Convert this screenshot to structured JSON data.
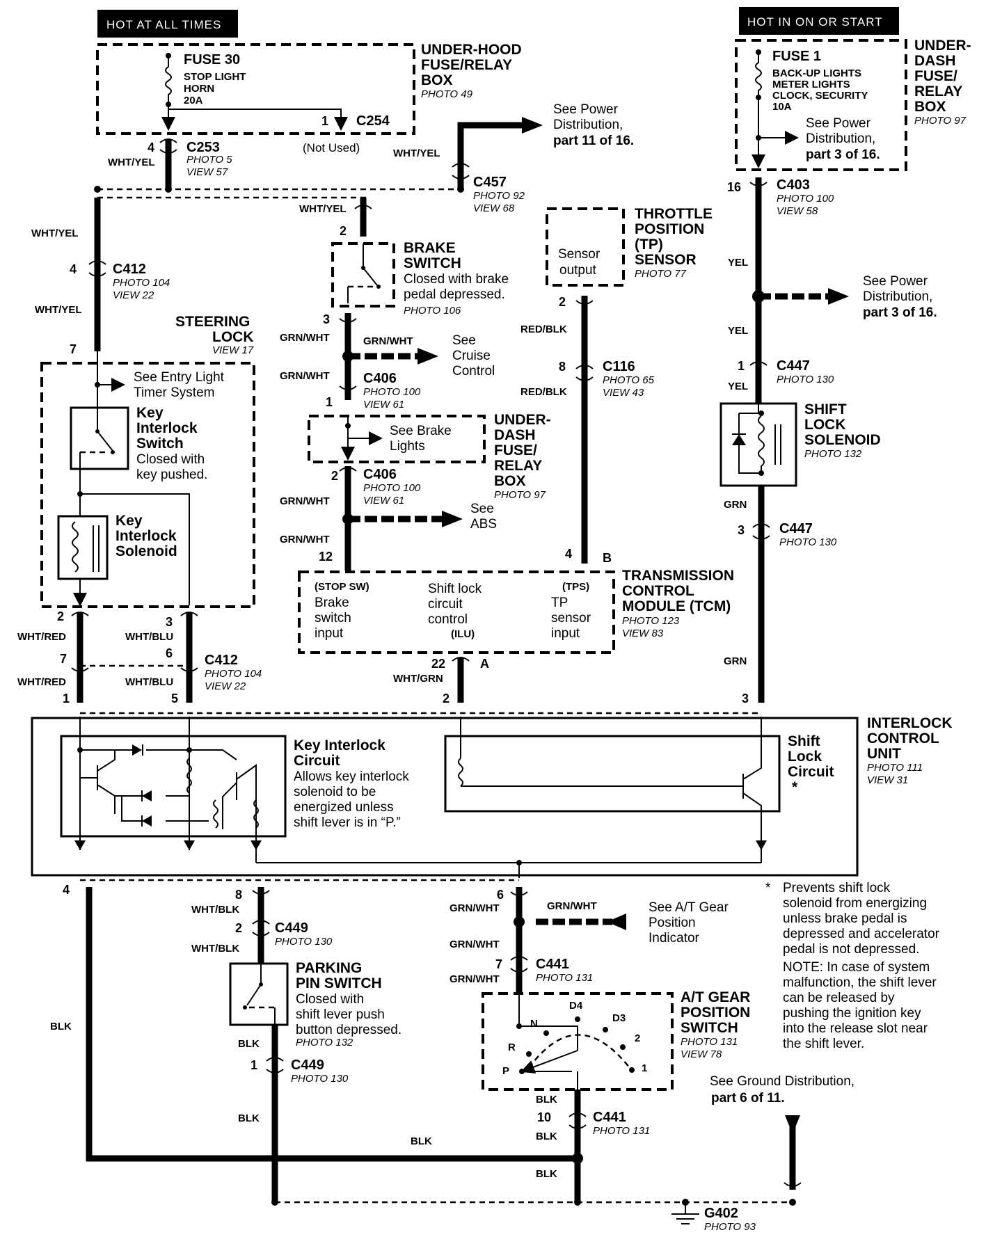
{
  "hot_at_all_times": "HOT AT ALL TIMES",
  "hot_in_on_or_start": "HOT IN ON OR START",
  "fuse30": {
    "title": "FUSE 30",
    "line1": "STOP LIGHT",
    "line2": "HORN",
    "line3": "20A"
  },
  "underhood_box": {
    "line1": "UNDER-HOOD",
    "line2": "FUSE/RELAY",
    "line3": "BOX",
    "photo": "PHOTO 49"
  },
  "c254": {
    "name": "C254",
    "pin": "1",
    "note": "(Not Used)"
  },
  "c253": {
    "name": "C253",
    "pin": "4",
    "photo": "PHOTO 5",
    "view": "VIEW 57"
  },
  "c457": {
    "name": "C457",
    "photo": "PHOTO 92",
    "view": "VIEW 68"
  },
  "see_power_11": {
    "line1": "See Power",
    "line2": "Distribution,",
    "line3": "part 11 of 16."
  },
  "fuse1": {
    "title": "FUSE 1",
    "line1": "BACK-UP LIGHTS",
    "line2": "METER LIGHTS",
    "line3": "CLOCK, SECURITY",
    "line4": "10A"
  },
  "see_power_3a": {
    "line1": "See Power",
    "line2": "Distribution,",
    "line3": "part 3 of 16."
  },
  "underdash_box1": {
    "line1": "UNDER-",
    "line2": "DASH",
    "line3": "FUSE/",
    "line4": "RELAY",
    "line5": "BOX",
    "photo": "PHOTO 97"
  },
  "c403": {
    "name": "C403",
    "pin": "16",
    "photo": "PHOTO 100",
    "view": "VIEW 58"
  },
  "see_power_3b": {
    "line1": "See Power",
    "line2": "Distribution,",
    "line3": "part 3 of 16."
  },
  "tp_sensor": {
    "line1": "THROTTLE",
    "line2": "POSITION",
    "line3": "(TP)",
    "line4": "SENSOR",
    "photo": "PHOTO 77",
    "inner1": "Sensor",
    "inner2": "output",
    "pin": "2"
  },
  "brake_switch": {
    "line1": "BRAKE",
    "line2": "SWITCH",
    "desc1": "Closed with brake",
    "desc2": "pedal depressed.",
    "photo": "PHOTO 106",
    "pin_top": "2",
    "pin_bottom": "3"
  },
  "c412_top": {
    "name": "C412",
    "pin": "4",
    "photo": "PHOTO 104",
    "view": "VIEW 22"
  },
  "steering_lock": {
    "line1": "STEERING",
    "line2": "LOCK",
    "view": "VIEW 17",
    "pin": "7"
  },
  "entry_light": {
    "line1": "See Entry Light",
    "line2": "Timer System"
  },
  "key_interlock_switch": {
    "line1": "Key",
    "line2": "Interlock",
    "line3": "Switch",
    "desc1": "Closed with",
    "desc2": "key pushed."
  },
  "key_interlock_solenoid": {
    "line1": "Key",
    "line2": "Interlock",
    "line3": "Solenoid"
  },
  "cruise": {
    "line1": "See",
    "line2": "Cruise",
    "line3": "Control"
  },
  "c406_a": {
    "name": "C406",
    "pin": "1",
    "photo": "PHOTO 100",
    "view": "VIEW 61"
  },
  "brake_lights": {
    "line1": "See Brake",
    "line2": "Lights"
  },
  "underdash_box2": {
    "line1": "UNDER-",
    "line2": "DASH",
    "line3": "FUSE/",
    "line4": "RELAY",
    "line5": "BOX",
    "photo": "PHOTO 97"
  },
  "c406_b": {
    "name": "C406",
    "pin": "2",
    "photo": "PHOTO 100",
    "view": "VIEW 61"
  },
  "abs": {
    "line1": "See",
    "line2": "ABS"
  },
  "c116": {
    "name": "C116",
    "pin": "8",
    "photo": "PHOTO 65",
    "view": "VIEW 43"
  },
  "c447_top": {
    "name": "C447",
    "pin": "1",
    "photo": "PHOTO 130"
  },
  "shift_lock_solenoid": {
    "line1": "SHIFT",
    "line2": "LOCK",
    "line3": "SOLENOID",
    "photo": "PHOTO 132"
  },
  "c447_bottom": {
    "name": "C447",
    "pin": "3",
    "photo": "PHOTO 130"
  },
  "tcm": {
    "line1": "TRANSMISSION",
    "line2": "CONTROL",
    "line3": "MODULE (TCM)",
    "photo": "PHOTO 123",
    "view": "VIEW 83",
    "stop_sw": "(STOP SW)",
    "brake1": "Brake",
    "brake2": "switch",
    "brake3": "input",
    "shift1": "Shift lock",
    "shift2": "circuit",
    "shift3": "control",
    "ilu": "(ILU)",
    "tps": "(TPS)",
    "tp1": "TP",
    "tp2": "sensor",
    "tp3": "input",
    "pin12": "12",
    "pin4": "4",
    "pinB": "B",
    "pin22": "22",
    "pinA": "A"
  },
  "c412_bottom": {
    "name": "C412",
    "photo": "PHOTO 104",
    "view": "VIEW 22",
    "pin2": "2",
    "pin3": "3",
    "pin7": "7",
    "pin6": "6",
    "pin1": "1",
    "pin5": "5"
  },
  "interlock_unit": {
    "line1": "INTERLOCK",
    "line2": "CONTROL",
    "line3": "UNIT",
    "photo": "PHOTO 111",
    "view": "VIEW 31",
    "pin2": "2",
    "pin3": "3",
    "pin4": "4",
    "pin8": "8",
    "pin6": "6"
  },
  "key_interlock_circuit": {
    "line1": "Key Interlock",
    "line2": "Circuit",
    "desc1": "Allows key interlock",
    "desc2": "solenoid to be",
    "desc3": "energized unless",
    "desc4": "shift lever is in “P.”"
  },
  "shift_lock_circuit": {
    "line1": "Shift",
    "line2": "Lock",
    "line3": "Circuit",
    "star": "*"
  },
  "c449_top": {
    "name": "C449",
    "pin": "2",
    "photo": "PHOTO 130"
  },
  "parking_pin": {
    "line1": "PARKING",
    "line2": "PIN SWITCH",
    "desc1": "Closed with",
    "desc2": "shift lever push",
    "desc3": "button depressed.",
    "photo": "PHOTO 132"
  },
  "c449_bottom": {
    "name": "C449",
    "pin": "1",
    "photo": "PHOTO 130"
  },
  "gear_indicator": {
    "line1": "See A/T Gear",
    "line2": "Position",
    "line3": "Indicator"
  },
  "c441_top": {
    "name": "C441",
    "pin": "7",
    "photo": "PHOTO 131"
  },
  "gear_switch": {
    "line1": "A/T GEAR",
    "line2": "POSITION",
    "line3": "SWITCH",
    "photo": "PHOTO 131",
    "view": "VIEW 78",
    "p": "P",
    "r": "R",
    "n": "N",
    "d4": "D4",
    "d3": "D3",
    "two": "2",
    "one": "1"
  },
  "c441_bottom": {
    "name": "C441",
    "pin": "10",
    "photo": "PHOTO 131"
  },
  "ground_dist": {
    "line1": "See Ground Distribution,",
    "line2": "part 6 of 11."
  },
  "g402": {
    "name": "G402",
    "photo": "PHOTO 93"
  },
  "footnote": {
    "star": "*",
    "line1": "Prevents shift lock",
    "line2": "solenoid from energizing",
    "line3": "unless brake pedal is",
    "line4": "depressed and accelerator",
    "line5": "pedal is not depressed."
  },
  "note": {
    "line1": "NOTE: In case of system",
    "line2": "malfunction, the shift lever",
    "line3": "can be released by",
    "line4": "pushing the ignition key",
    "line5": "into the release slot near",
    "line6": "the shift lever."
  },
  "wires": {
    "wht_yel": "WHT/YEL",
    "yel": "YEL",
    "grn": "GRN",
    "grn_wht": "GRN/WHT",
    "red_blk": "RED/BLK",
    "wht_red": "WHT/RED",
    "wht_blu": "WHT/BLU",
    "wht_grn": "WHT/GRN",
    "wht_blk": "WHT/BLK",
    "blk": "BLK"
  }
}
